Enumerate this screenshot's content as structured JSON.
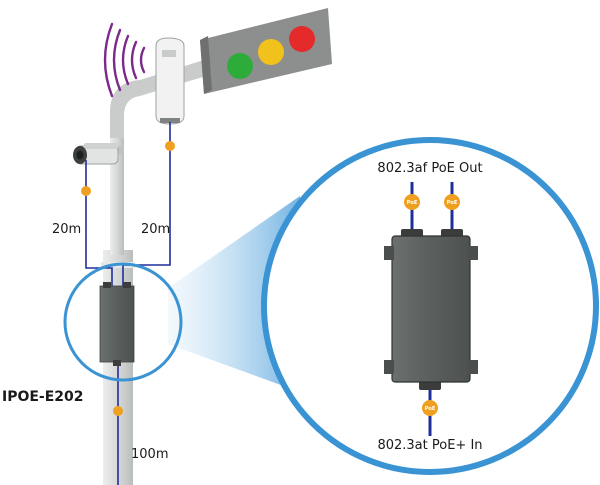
{
  "product_name": "IPOE-E202",
  "distances": {
    "camera_cable": "20m",
    "ap_cable": "20m",
    "uplink_cable": "100m"
  },
  "poe_output_label": "802.3af PoE Out",
  "poe_input_label": "802.3at PoE+ In",
  "poe_badge_text": "PoE",
  "colors": {
    "ring": "#3a93d3",
    "cable": "#1f2f9a",
    "badge": "#f0a020",
    "enclosure": "#5d6261",
    "pole": "#d7dad9",
    "light_red": "#e42a2a",
    "light_yellow": "#f2c21c",
    "light_green": "#2eac3a",
    "signal_waves": "#7b2a8a"
  },
  "icons": [
    "ip-camera-icon",
    "wireless-ap-icon",
    "traffic-light-icon",
    "wifi-signal-icon",
    "poe-extender-icon"
  ]
}
